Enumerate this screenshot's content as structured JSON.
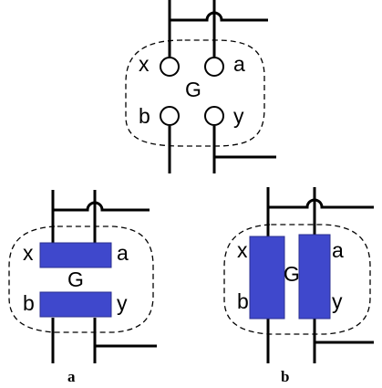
{
  "labels": {
    "top": {
      "x": "x",
      "a": "a",
      "g": "G",
      "b": "b",
      "y": "y"
    },
    "left": {
      "x": "x",
      "a": "a",
      "g": "G",
      "b": "b",
      "y": "y"
    },
    "right": {
      "x": "x",
      "a": "a",
      "g": "G",
      "b": "b",
      "y": "y"
    }
  },
  "captions": {
    "left": "a",
    "right": "b"
  },
  "colors": {
    "line": "#000000",
    "dashed_outline": "#000000",
    "block_fill": "#3f48cc",
    "block_stroke": "#2b2f8f",
    "terminal_fill": "#ffffff"
  }
}
